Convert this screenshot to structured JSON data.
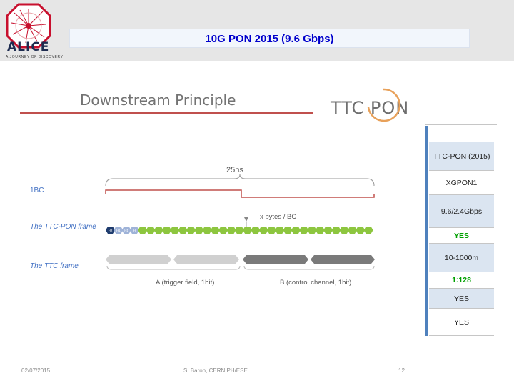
{
  "header": {
    "logo_word": "ALICE",
    "logo_tagline": "A JOURNEY OF DISCOVERY",
    "title": "10G PON 2015 (9.6 Gbps)"
  },
  "slide": {
    "heading": "Downstream Principle",
    "ttc_logo": "TTC PON"
  },
  "diagram": {
    "period_label": "25ns",
    "bc_label": "1BC",
    "ttcpon_label": "The TTC-PON frame",
    "bytes_label": "x bytes / BC",
    "ttc_label": "The TTC frame",
    "field_a": "A (trigger field, 1bit)",
    "field_b": "B (control channel, 1bit)",
    "header_cells": [
      "H2",
      "H1",
      "H1",
      "H"
    ]
  },
  "table": {
    "rows": [
      "TTC-PON (2015)",
      "XGPON1",
      "9.6/2.4Gbps",
      "YES",
      "10-1000m",
      "1:128",
      "YES",
      "YES"
    ]
  },
  "footer": {
    "date": "02/07/2015",
    "author": "S. Baron, CERN PH/ESE",
    "page": "12"
  },
  "colors": {
    "title": "#0000cc",
    "accent_rule": "#c0504d",
    "blue_label": "#4472c4",
    "green_frame": "#8dc63f",
    "green_text": "#00a000"
  }
}
